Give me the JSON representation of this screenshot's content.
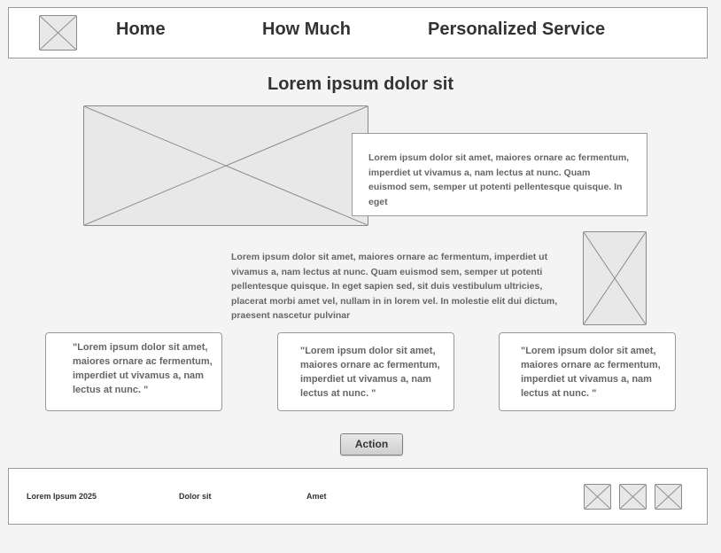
{
  "nav": {
    "logo_icon": "image-placeholder-icon",
    "items": [
      {
        "label": "Home"
      },
      {
        "label": "How Much"
      },
      {
        "label": "Personalized Service"
      }
    ]
  },
  "main": {
    "title": "Lorem ipsum dolor sit",
    "hero_text": "Lorem ipsum dolor sit amet, maiores ornare ac fermentum, imperdiet ut vivamus a, nam lectus at nunc. Quam euismod sem, semper ut potenti pellentesque quisque. In eget",
    "body_text": "Lorem ipsum dolor sit amet, maiores ornare ac fermentum, imperdiet ut vivamus a, nam lectus at nunc. Quam euismod sem, semper ut potenti pellentesque quisque. In eget sapien sed, sit duis vestibulum ultricies, placerat morbi amet vel, nullam in in lorem vel. In molestie elit dui dictum, praesent nascetur pulvinar",
    "quotes": [
      {
        "text": "\"Lorem ipsum dolor sit amet, maiores ornare ac fermentum, imperdiet ut vivamus a, nam lectus at nunc. \""
      },
      {
        "text": "\"Lorem ipsum dolor sit amet, maiores ornare ac fermentum, imperdiet ut vivamus a, nam lectus at nunc. \""
      },
      {
        "text": "\"Lorem ipsum dolor sit amet, maiores ornare ac fermentum, imperdiet ut vivamus a, nam lectus at nunc. \""
      }
    ],
    "action_label": "Action"
  },
  "footer": {
    "copyright": "Lorem Ipsum 2025",
    "link1": "Dolor sit",
    "link2": "Amet",
    "social_icons": [
      "image-placeholder-icon",
      "image-placeholder-icon",
      "image-placeholder-icon"
    ]
  }
}
